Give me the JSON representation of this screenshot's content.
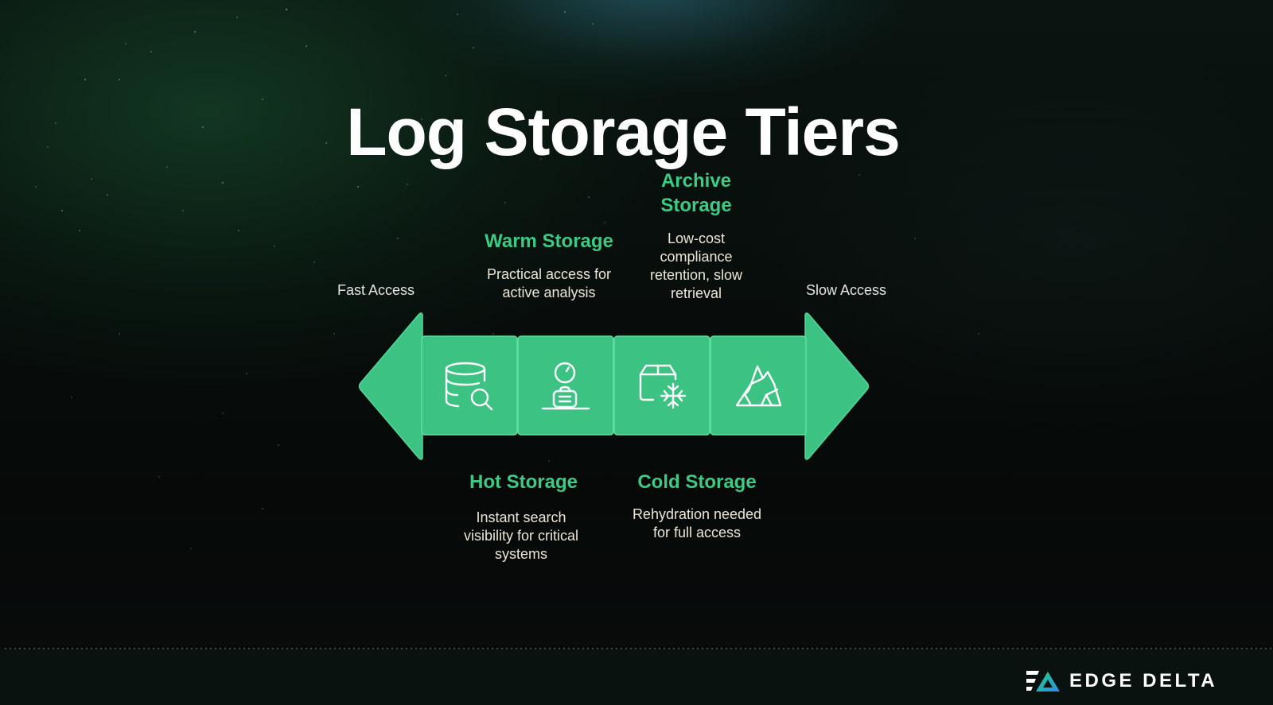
{
  "slide": {
    "title": "Log Storage Tiers"
  },
  "axis": {
    "left_label": "Fast Access",
    "right_label": "Slow Access"
  },
  "colors": {
    "accent_green": "#3ec985",
    "arrow_fill": "#3cc383",
    "segment_border": "#5ee0a0",
    "background": "#070b09",
    "title": "#ffffff",
    "description": "#ede6d8"
  },
  "tiers": [
    {
      "name": "Hot Storage",
      "description": "Instant search visibility for critical systems",
      "description_lines": [
        "Instant search",
        "visibility for critical",
        "systems"
      ],
      "icon": "database-search-icon",
      "position": "below"
    },
    {
      "name": "Warm Storage",
      "description": "Practical access for active analysis",
      "description_lines": [
        "Practical access for",
        "active analysis"
      ],
      "icon": "desk-clock-icon",
      "position": "above"
    },
    {
      "name": "Cold Storage",
      "description": "Rehydration needed for full access",
      "description_lines": [
        "Rehydration needed",
        "for full access"
      ],
      "icon": "box-snowflake-icon",
      "position": "below"
    },
    {
      "name": "Archive Storage",
      "name_lines": [
        "Archive",
        "Storage"
      ],
      "description": "Low-cost compliance retention, slow retrieval",
      "description_lines": [
        "Low-cost",
        "compliance",
        "retention, slow",
        "retrieval"
      ],
      "icon": "iceberg-icon",
      "position": "above"
    }
  ],
  "footer": {
    "brand": "EDGE DELTA",
    "logo_icon": "edge-delta-logo-icon"
  }
}
